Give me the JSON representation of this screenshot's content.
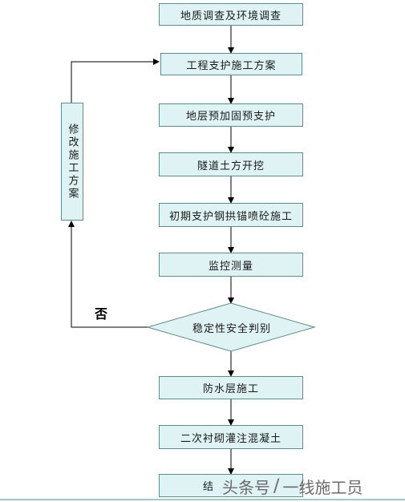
{
  "flow": {
    "step1": "地质调查及环境调查",
    "step2": "工程支护施工方案",
    "step3": "地层预加固预支护",
    "step4": "隧道土方开挖",
    "step5": "初期支护钢拱锚喷砼施工",
    "step6": "监控测量",
    "decision": "稳定性安全判别",
    "no_label": "否",
    "revise": "修改施工方案",
    "step7": "防水层施工",
    "step8": "二次衬砌灌注混凝土",
    "step9": "结"
  },
  "watermark": {
    "part1": "头条号",
    "part2": "一线施工员"
  },
  "colors": {
    "box_fill": "#dff3f4",
    "box_border": "#5f8c8a",
    "line": "#000000"
  }
}
